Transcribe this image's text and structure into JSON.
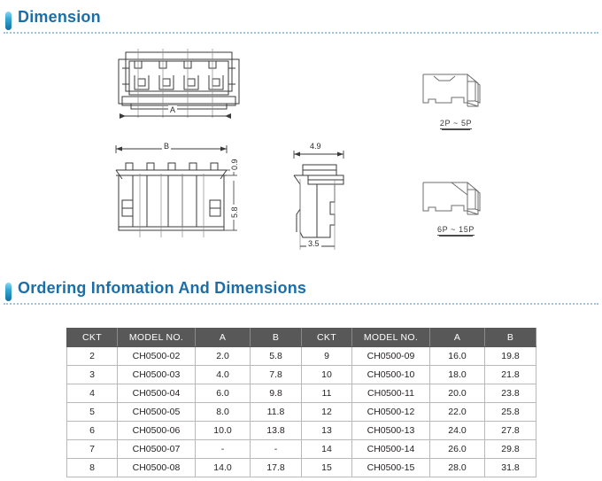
{
  "sections": {
    "dimension": {
      "title": "Dimension",
      "icon": "pill-icon"
    },
    "ordering": {
      "title": "Ordering Infomation And Dimensions",
      "icon": "pill-icon"
    }
  },
  "drawings": {
    "top_view": {
      "name": "connector-top-view",
      "dimension_label": "A"
    },
    "front_view": {
      "name": "connector-front-view",
      "dimension_label": "B",
      "height_label": "5.8",
      "lip_label": "0.9"
    },
    "side_view": {
      "name": "connector-side-view",
      "width_label": "4.9",
      "base_label": "3.5"
    },
    "iso_small": {
      "name": "connector-iso-2p-5p",
      "caption": "2P ~ 5P"
    },
    "iso_large": {
      "name": "connector-iso-6p-15p",
      "caption": "6P ~ 15P"
    }
  },
  "table": {
    "columns": [
      "CKT",
      "MODEL NO.",
      "A",
      "B",
      "CKT",
      "MODEL NO.",
      "A",
      "B"
    ],
    "rows": [
      [
        "2",
        "CH0500-02",
        "2.0",
        "5.8",
        "9",
        "CH0500-09",
        "16.0",
        "19.8"
      ],
      [
        "3",
        "CH0500-03",
        "4.0",
        "7.8",
        "10",
        "CH0500-10",
        "18.0",
        "21.8"
      ],
      [
        "4",
        "CH0500-04",
        "6.0",
        "9.8",
        "11",
        "CH0500-11",
        "20.0",
        "23.8"
      ],
      [
        "5",
        "CH0500-05",
        "8.0",
        "11.8",
        "12",
        "CH0500-12",
        "22.0",
        "25.8"
      ],
      [
        "6",
        "CH0500-06",
        "10.0",
        "13.8",
        "13",
        "CH0500-13",
        "24.0",
        "27.8"
      ],
      [
        "7",
        "CH0500-07",
        "-",
        "-",
        "14",
        "CH0500-14",
        "26.0",
        "29.8"
      ],
      [
        "8",
        "CH0500-08",
        "14.0",
        "17.8",
        "15",
        "CH0500-15",
        "28.0",
        "31.8"
      ]
    ]
  },
  "colors": {
    "heading": "#1b6fa8",
    "rule": "#9fc4dd",
    "table_header_bg": "#585858",
    "ckt_cell_bg": "#d5d5d5",
    "line": "#3a3a3a"
  }
}
